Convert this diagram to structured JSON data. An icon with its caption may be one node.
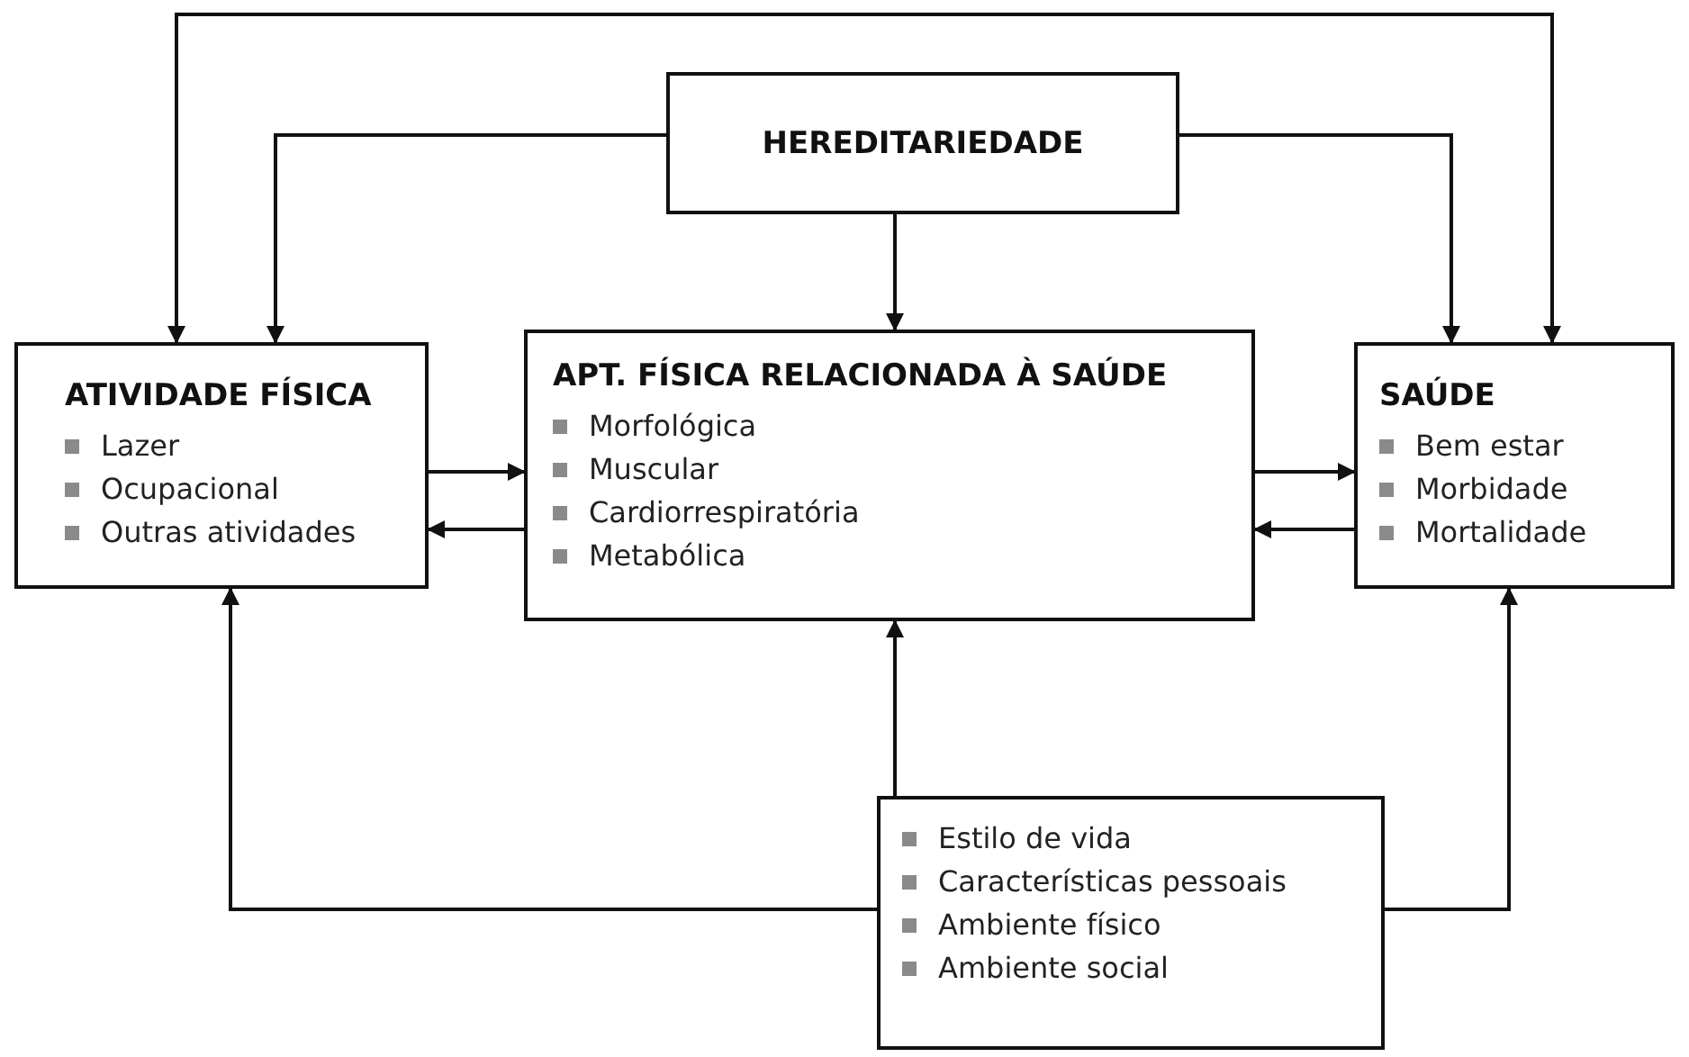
{
  "diagram": {
    "nodes": [
      {
        "text": [
          "HEREDITARIEDADE"
        ]
      },
      {
        "text": [
          "ATIVIDADE FÍSICA",
          "Lazer",
          "Ocupacional",
          "Outras atividades"
        ]
      },
      {
        "text": [
          "APT. FÍSICA RELACIONADA À SAÚDE",
          "Morfológica",
          "Muscular",
          "Cardiorrespiratória",
          "Metabólica"
        ]
      },
      {
        "text": [
          "SAÚDE",
          "Bem estar",
          "Morbidade",
          "Mortalidade"
        ]
      },
      {
        "text": [
          "Estilo de vida",
          "Características pessoais",
          "Ambiente físico",
          "Ambiente social"
        ]
      }
    ],
    "edges": [
      {
        "from": 1,
        "to": 3,
        "arrow": "both"
      },
      {
        "from": 0,
        "to": 1,
        "arrow": "to"
      },
      {
        "from": 0,
        "to": 2,
        "arrow": "to"
      },
      {
        "from": 0,
        "to": 3,
        "arrow": "to"
      },
      {
        "from": 1,
        "to": 2,
        "arrow": "to"
      },
      {
        "from": 2,
        "to": 1,
        "arrow": "to"
      },
      {
        "from": 2,
        "to": 3,
        "arrow": "to"
      },
      {
        "from": 3,
        "to": 2,
        "arrow": "to"
      },
      {
        "from": 4,
        "to": 2,
        "arrow": "to"
      },
      {
        "from": 4,
        "to": 1,
        "arrow": "to"
      },
      {
        "from": 4,
        "to": 3,
        "arrow": "to"
      }
    ]
  }
}
